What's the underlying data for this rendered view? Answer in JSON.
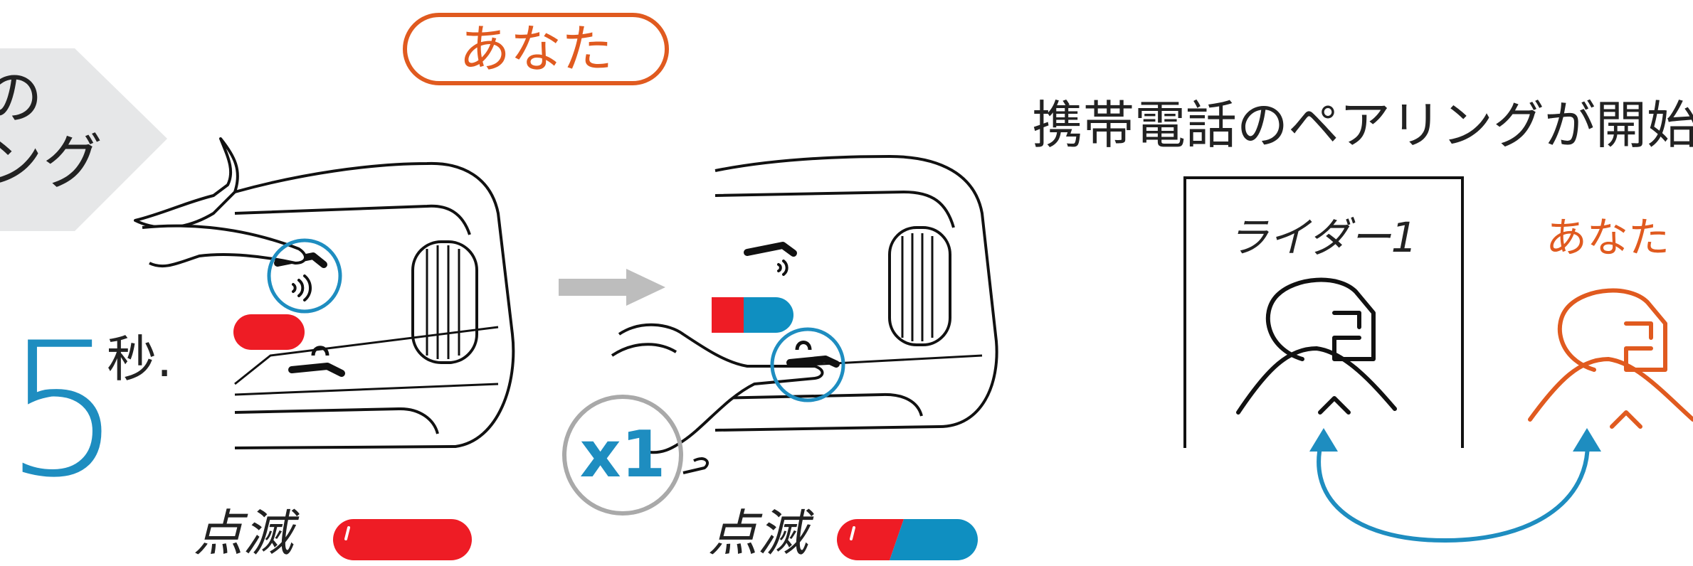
{
  "banner": {
    "text": "の\nング"
  },
  "top": {
    "you": "あなた"
  },
  "hold": {
    "seconds": "5",
    "unit": "秒."
  },
  "press": {
    "count": "x1"
  },
  "led": {
    "blink_1": "点滅",
    "blink_2": "点滅",
    "colors": {
      "red": "#ee1c25",
      "blue": "#0f8fc1"
    }
  },
  "status": {
    "heading": "携帯電話のペアリングが開始"
  },
  "pairing": {
    "rider1": "ライダー1",
    "you": "あなた"
  },
  "colors": {
    "accent_blue": "#1e8dc0",
    "accent_orange": "#e05a1f",
    "arrow_grey": "#bdbdbd",
    "banner_grey": "#e6e7e8"
  }
}
